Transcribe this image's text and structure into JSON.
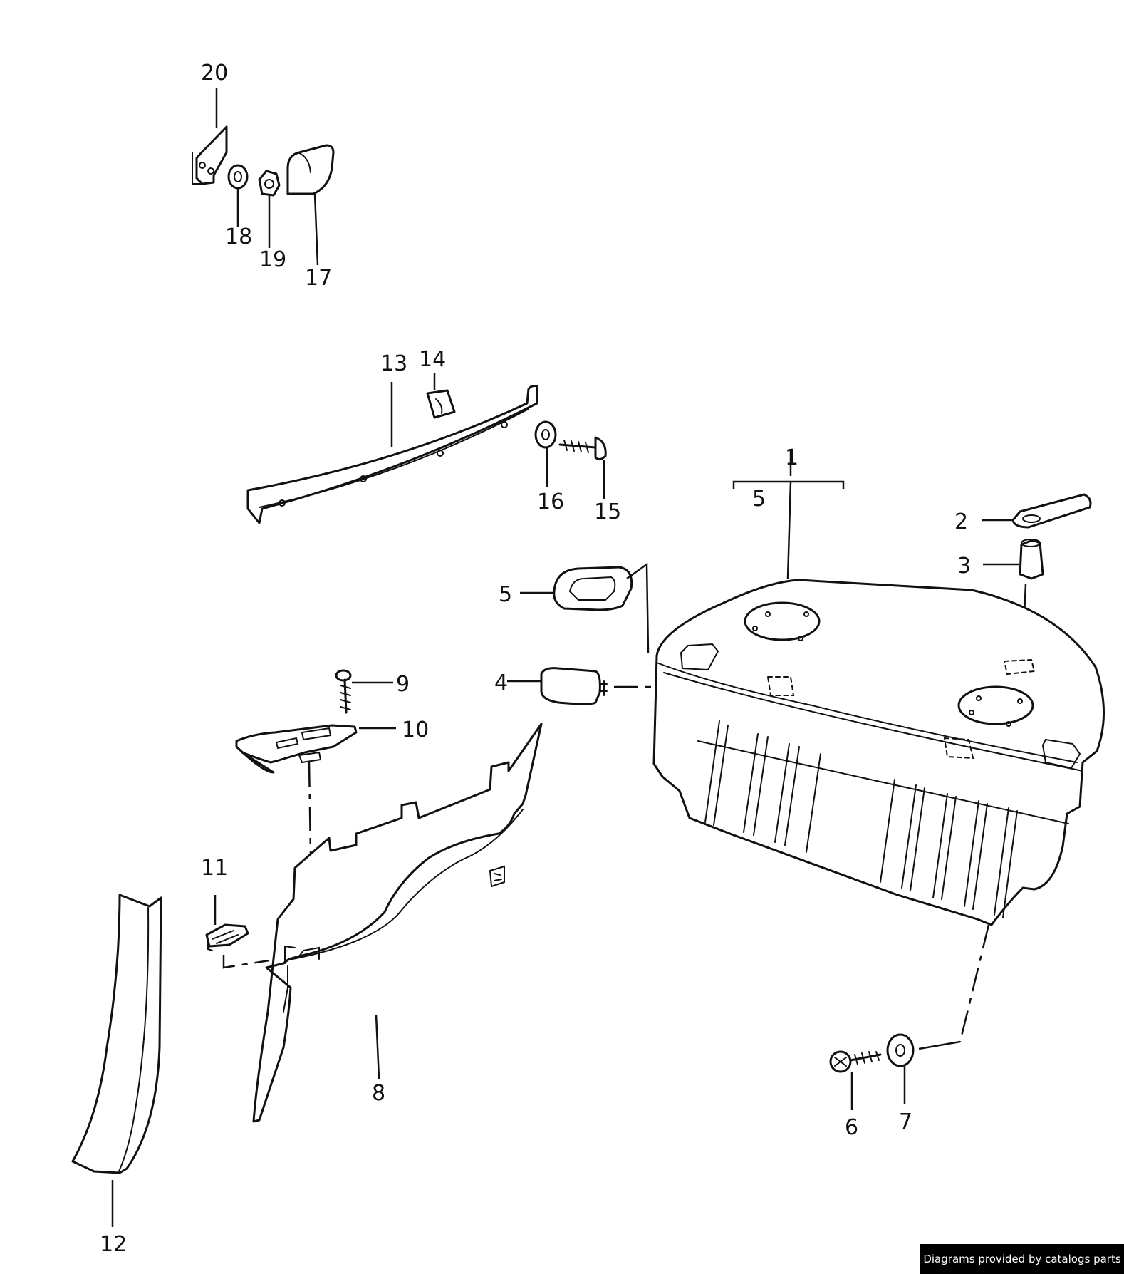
{
  "callouts": {
    "c1": "1",
    "c2": "2",
    "c3": "3",
    "c4": "4",
    "c5a": "5",
    "c5b": "5",
    "c6": "6",
    "c7": "7",
    "c8": "8",
    "c9": "9",
    "c10": "10",
    "c11": "11",
    "c12": "12",
    "c13": "13",
    "c14": "14",
    "c15": "15",
    "c16": "16",
    "c17": "17",
    "c18": "18",
    "c19": "19",
    "c20": "20"
  },
  "credit": "Diagrams provided by catalogs parts"
}
